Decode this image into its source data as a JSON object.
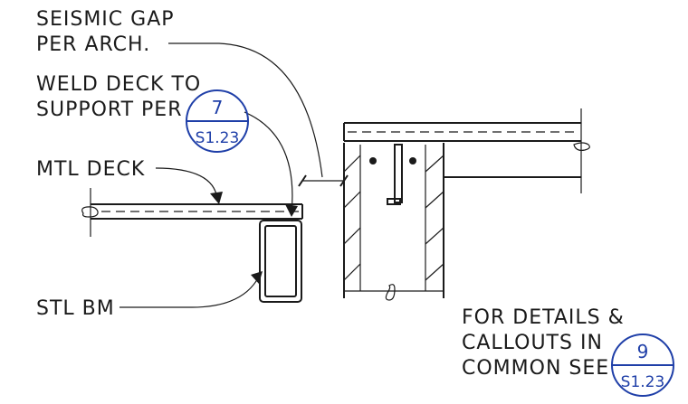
{
  "notes": {
    "seismic_line1": "SEISMIC GAP",
    "seismic_line2": "PER ARCH.",
    "weld_line1": "WELD DECK TO",
    "weld_line2": "SUPPORT PER",
    "mtl_deck": "MTL DECK",
    "stl_bm": "STL BM",
    "details_line1": "FOR DETAILS &",
    "details_line2": "CALLOUTS IN",
    "details_line3": "COMMON SEE"
  },
  "callouts": [
    {
      "detail": "7",
      "sheet": "S1.23"
    },
    {
      "detail": "9",
      "sheet": "S1.23"
    }
  ],
  "colors": {
    "ink": "#1a1a1a",
    "callout": "#1f3fa8"
  }
}
